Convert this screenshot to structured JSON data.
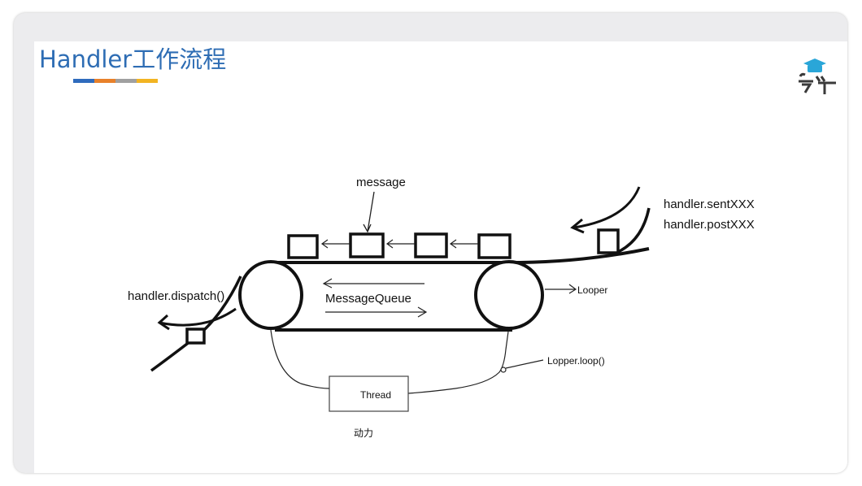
{
  "slide": {
    "title": "Handler工作流程",
    "title_color": "#2e6db4",
    "underline_colors": [
      "#2f6bbd",
      "#e8812a",
      "#a0a0a0",
      "#f2b422"
    ],
    "logo_icon": "graduation-cap-icon"
  },
  "diagram": {
    "labels": {
      "message": "message",
      "sent": "handler.sentXXX",
      "post": "handler.postXXX",
      "dispatch": "handler.dispatch()",
      "queue": "MessageQueue",
      "looper": "Looper",
      "loop": "Lopper.loop()",
      "thread": "Thread",
      "power": "动力"
    }
  }
}
